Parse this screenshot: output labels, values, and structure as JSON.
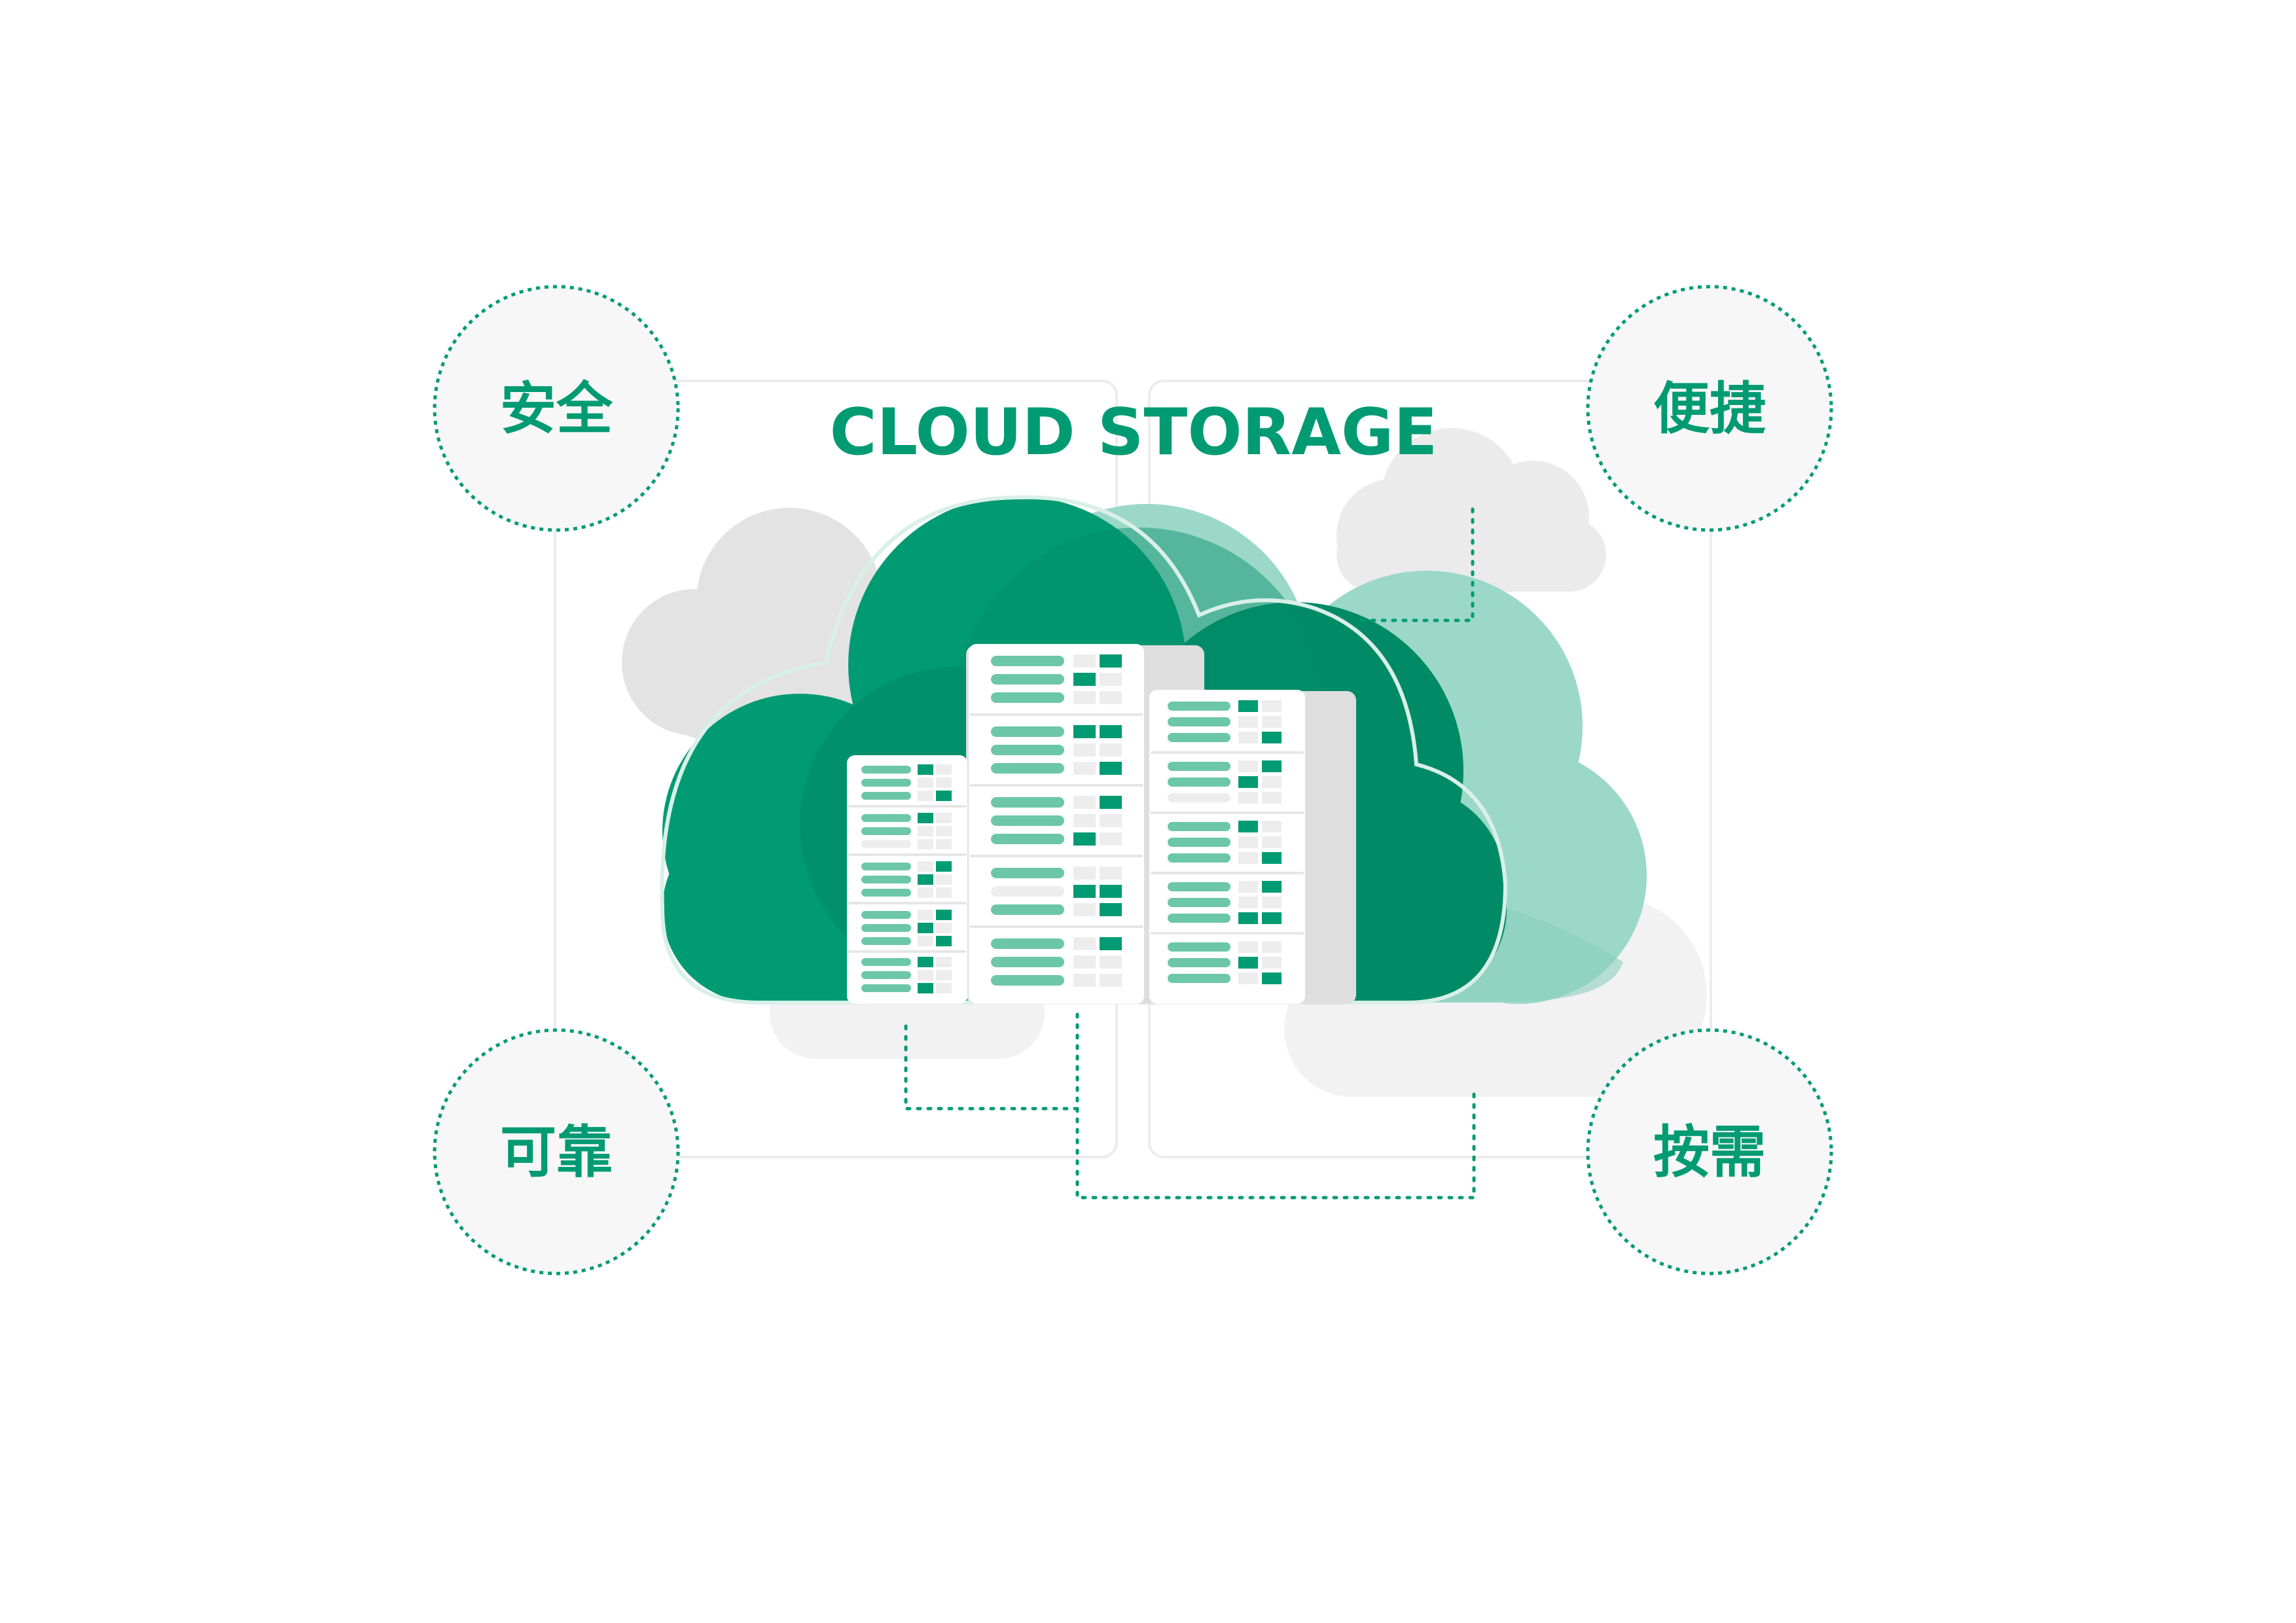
{
  "title": "CLOUD STORAGE",
  "badges": [
    {
      "id": "security",
      "label": "安全"
    },
    {
      "id": "convenience",
      "label": "便捷"
    },
    {
      "id": "reliability",
      "label": "可靠"
    },
    {
      "id": "on-demand",
      "label": "按需"
    }
  ],
  "colors": {
    "primary_green": "#009b73",
    "dark_green": "#008a66",
    "light_green": "#9bd8c8",
    "bar_green": "#6cc7a8",
    "light_gray_cloud": "#e3e3e3",
    "pale_gray_cloud": "#f1f1f1",
    "badge_fill": "#f6f7f6",
    "frame_line": "#ececec"
  },
  "icons": {
    "main": "cloud-icon",
    "servers": "server-rack-icon"
  }
}
